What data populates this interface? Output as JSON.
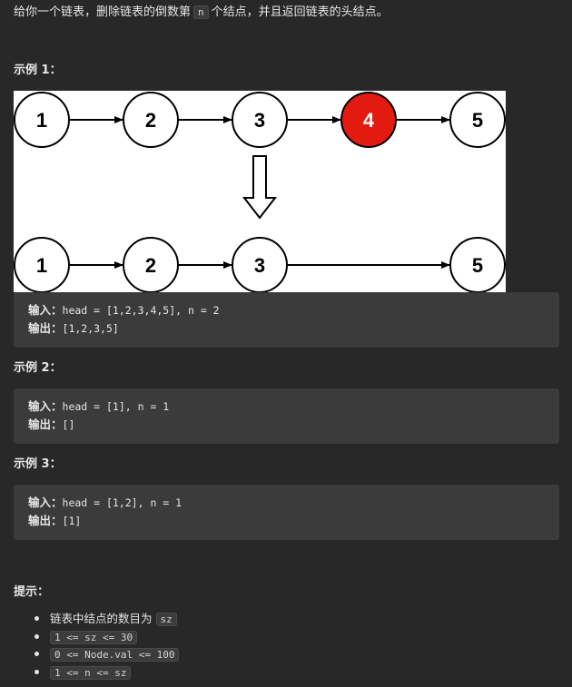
{
  "intro": {
    "before": "给你一个链表，删除链表的倒数第",
    "code": "n",
    "after": "个结点，并且返回链表的头结点。"
  },
  "examples": [
    {
      "title": "示例 1：",
      "input_label": "输入：",
      "input_value": "head = [1,2,3,4,5], n = 2",
      "output_label": "输出：",
      "output_value": "[1,2,3,5]"
    },
    {
      "title": "示例 2：",
      "input_label": "输入：",
      "input_value": "head = [1], n = 1",
      "output_label": "输出：",
      "output_value": "[]"
    },
    {
      "title": "示例 3：",
      "input_label": "输入：",
      "input_value": "head = [1,2], n = 1",
      "output_label": "输出：",
      "output_value": "[1]"
    }
  ],
  "diagram": {
    "top_row": [
      "1",
      "2",
      "3",
      "4",
      "5"
    ],
    "bottom_row": [
      "1",
      "2",
      "3",
      "5"
    ],
    "removed_node": "4",
    "removed_color": "#e31a0f",
    "node_fill": "#ffffff",
    "stroke_color": "#000000"
  },
  "tips": {
    "title": "提示：",
    "items": [
      {
        "text": "链表中结点的数目为",
        "code": "sz"
      },
      {
        "code": "1 <= sz <= 30"
      },
      {
        "code": "0 <= Node.val <= 100"
      },
      {
        "code": "1 <= n <= sz"
      }
    ]
  }
}
